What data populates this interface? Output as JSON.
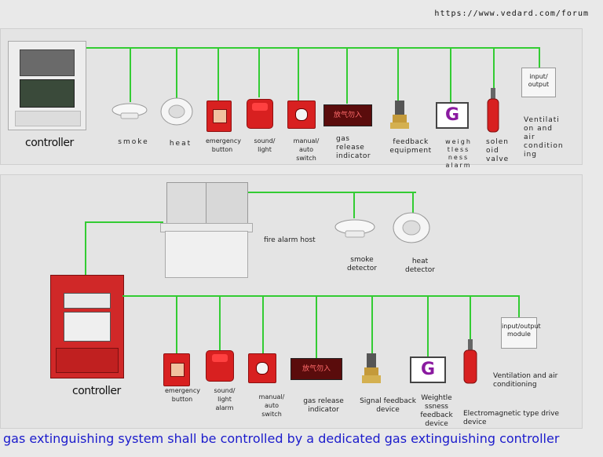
{
  "url": "https://www.vedard.com/forum",
  "top": {
    "controller_label": "controller",
    "devices": [
      {
        "name": "smoke",
        "label": "smoke"
      },
      {
        "name": "heat",
        "label": "heat"
      },
      {
        "name": "emergency-button",
        "label": "emergency\nbutton"
      },
      {
        "name": "sound-light",
        "label": "sound/\nlight"
      },
      {
        "name": "manual-auto-switch",
        "label": "manual/\nauto\nswitch"
      },
      {
        "name": "gas-release-indicator",
        "label": "gas\nrelease\nindicator"
      },
      {
        "name": "feedback-equipment",
        "label": "feedback\nequipment"
      },
      {
        "name": "weightless-alarm",
        "label": "weigh\ntless\nness\nalarm"
      },
      {
        "name": "solenoid-valve",
        "label": "solen\noid\nvalve"
      },
      {
        "name": "ventilation",
        "label": "Ventilati\non and\nair\ncondition\ning"
      }
    ],
    "io_module_label": "input/\noutput"
  },
  "bottom": {
    "host_label": "fire alarm host",
    "host_devices": [
      {
        "name": "smoke-detector",
        "label": "smoke\ndetector"
      },
      {
        "name": "heat-detector",
        "label": "heat\ndetector"
      }
    ],
    "controller_label": "controller",
    "devices": [
      {
        "name": "emergency-button",
        "label": "emergency\nbutton"
      },
      {
        "name": "sound-light-alarm",
        "label": "sound/\nlight\nalarm"
      },
      {
        "name": "manual-auto-switch",
        "label": "manual/\nauto\nswitch"
      },
      {
        "name": "gas-release-indicator",
        "label": "gas release\nindicator"
      },
      {
        "name": "signal-feedback-device",
        "label": "Signal feedback\ndevice"
      },
      {
        "name": "weightlessness-feedback-device",
        "label": "Weightle\nssness\nfeedback\ndevice"
      },
      {
        "name": "electromagnetic-drive-device",
        "label": "Electromagnetic type drive\ndevice"
      },
      {
        "name": "ventilation",
        "label": "Ventilation and air\nconditioning"
      }
    ],
    "io_module_label": "input/output\nmodule"
  },
  "sign_text": "放气勿入",
  "g_letter": "G",
  "footer": "gas extinguishing system shall be controlled by a dedicated gas extinguishing controller",
  "colors": {
    "bus": "#33cc33",
    "footer": "#1b1bcc",
    "device_red": "#d82020"
  }
}
